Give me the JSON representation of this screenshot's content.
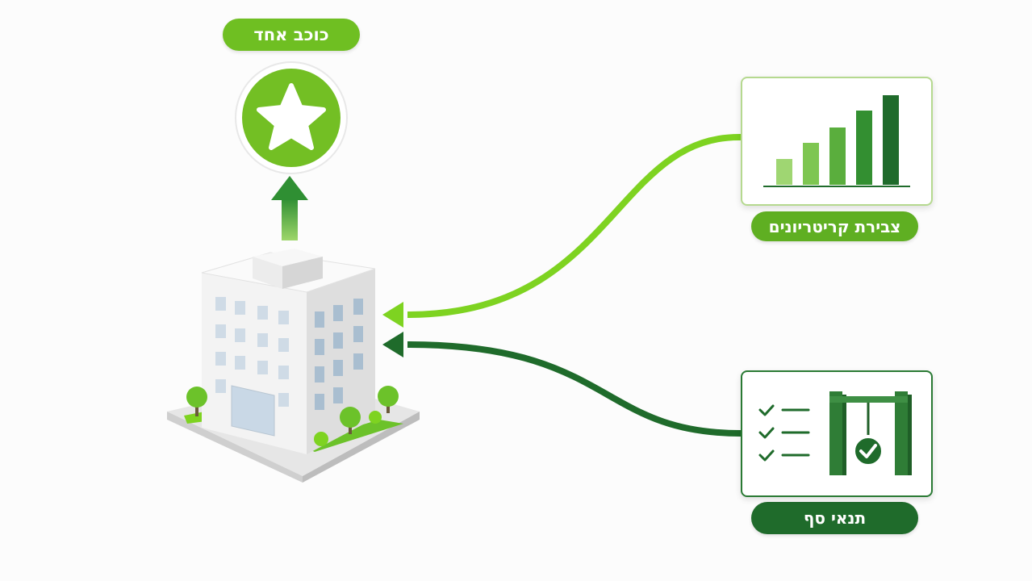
{
  "labels": {
    "single_star": "כוכב אחד",
    "criteria_accumulation": "צבירת קריטריונים",
    "threshold_conditions": "תנאי סף"
  },
  "colors": {
    "light_green": "#7ed321",
    "mid_green": "#5faf22",
    "dark_green": "#1f6b2b",
    "white": "#ffffff"
  },
  "icons": {
    "star_badge": "star-icon",
    "bar_chart": "bar-chart-icon",
    "checklist": "checklist-icon",
    "gate": "gate-icon",
    "check": "check-icon",
    "building": "building-icon"
  }
}
